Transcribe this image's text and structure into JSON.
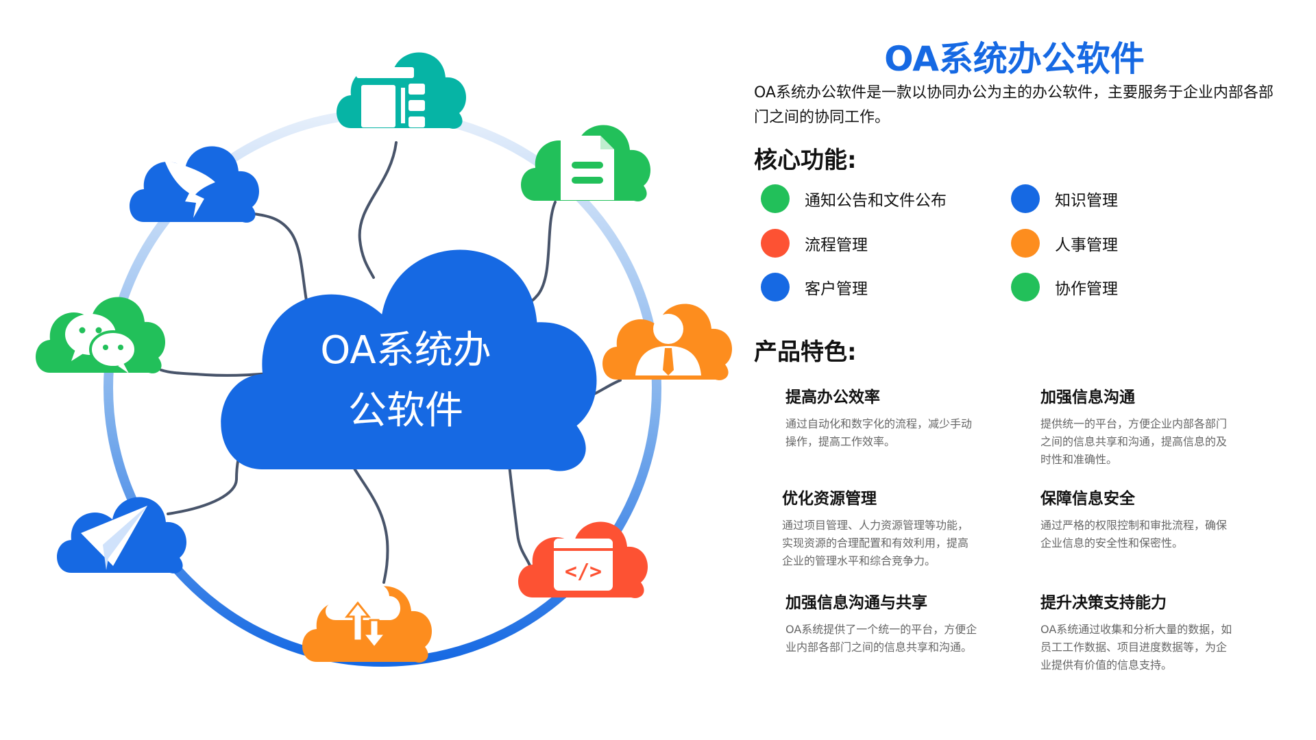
{
  "center": {
    "line1": "OA系统办",
    "line2": "公软件"
  },
  "header": {
    "title": "OA系统办公软件",
    "description": "OA系统办公软件是一款以协同办公为主的办公软件，主要服务于企业内部各部门之间的协同工作。"
  },
  "core": {
    "title": "核心功能:",
    "items": [
      {
        "label": "通知公告和文件公布",
        "color": "#22c05a"
      },
      {
        "label": "知识管理",
        "color": "#1669e3"
      },
      {
        "label": "流程管理",
        "color": "#fd5233"
      },
      {
        "label": "人事管理",
        "color": "#fd8d1e"
      },
      {
        "label": "客户管理",
        "color": "#1669e3"
      },
      {
        "label": "协作管理",
        "color": "#22c05a"
      }
    ]
  },
  "features": {
    "title": "产品特色:",
    "items": [
      {
        "title": "提高办公效率",
        "desc": "通过自动化和数字化的流程，减少手动操作，提高工作效率。"
      },
      {
        "title": "加强信息沟通",
        "desc": "提供统一的平台，方便企业内部各部门之间的信息共享和沟通，提高信息的及时性和准确性。"
      },
      {
        "title": "优化资源管理",
        "desc": "通过项目管理、人力资源管理等功能，实现资源的合理配置和有效利用，提高企业的管理水平和综合竞争力。"
      },
      {
        "title": "保障信息安全",
        "desc": "通过严格的权限控制和审批流程，确保企业信息的安全性和保密性。"
      },
      {
        "title": "加强信息沟通与共享",
        "desc": "OA系统提供了一个统一的平台，方便企业内部各部门之间的信息共享和沟通。"
      },
      {
        "title": "提升决策支持能力",
        "desc": "OA系统通过收集和分析大量的数据，如员工工作数据、项目进度数据等，为企业提供有价值的信息支持。"
      }
    ]
  },
  "icon_nodes": [
    {
      "name": "org-chart-icon",
      "color": "#06b4a5"
    },
    {
      "name": "document-icon",
      "color": "#22c05a"
    },
    {
      "name": "user-manager-icon",
      "color": "#fd8d1e"
    },
    {
      "name": "code-icon",
      "color": "#fd5233"
    },
    {
      "name": "cloud-sync-icon",
      "color": "#fd8d1e"
    },
    {
      "name": "paper-plane-icon",
      "color": "#1669e3"
    },
    {
      "name": "wechat-icon",
      "color": "#22c05a"
    },
    {
      "name": "dingtalk-icon",
      "color": "#1669e3"
    }
  ]
}
